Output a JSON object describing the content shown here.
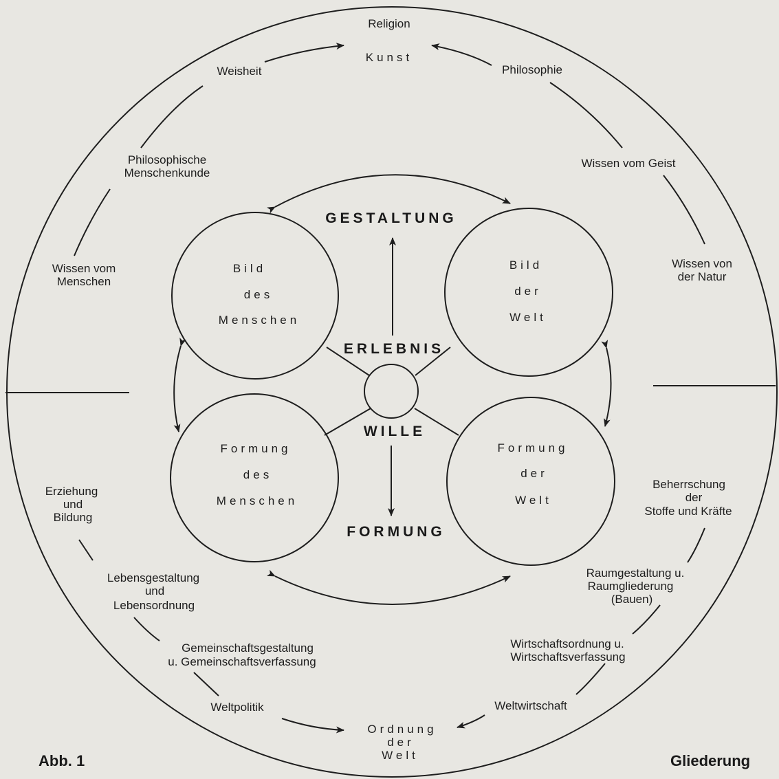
{
  "palette": {
    "ink": "#1e1e1e",
    "paper": "#e8e7e2"
  },
  "top": {
    "religion": "Religion",
    "kunst": "Kunst"
  },
  "upper_left": {
    "weisheit": "Weisheit",
    "phil_menschenkunde": [
      "Philosophische",
      "Menschenkunde"
    ],
    "wissen_menschen": [
      "Wissen vom",
      "Menschen"
    ]
  },
  "upper_right": {
    "philosophie": "Philosophie",
    "wissen_geist": "Wissen vom Geist",
    "wissen_natur": [
      "Wissen von",
      "der Natur"
    ]
  },
  "lower_left": {
    "erziehung": [
      "Erziehung",
      "und",
      "Bildung"
    ],
    "lebensgestaltung": [
      "Lebensgestaltung",
      "und",
      "Lebensordnung"
    ],
    "gemeinschaft": [
      "Gemeinschaftsgestaltung",
      "u. Gemeinschaftsverfassung"
    ],
    "weltpolitik": "Weltpolitik"
  },
  "lower_right": {
    "beherrschung": [
      "Beherrschung",
      "der",
      "Stoffe und Kräfte"
    ],
    "raumgestaltung": [
      "Raumgestaltung u.",
      "Raumgliederung",
      "(Bauen)"
    ],
    "wirtschaft": [
      "Wirtschaftsordnung u.",
      "Wirtschaftsverfassung"
    ],
    "weltwirtschaft": "Weltwirtschaft"
  },
  "bottom": {
    "ordnung": [
      "Ordnung",
      "der",
      "Welt"
    ]
  },
  "center": {
    "gestaltung": "GESTALTUNG",
    "erlebnis": "ERLEBNIS",
    "wille": "WILLE",
    "formung": "FORMUNG"
  },
  "circles": {
    "bild_menschen": [
      "Bild",
      "des",
      "Menschen"
    ],
    "bild_welt": [
      "Bild",
      "der",
      "Welt"
    ],
    "formung_menschen": [
      "Formung",
      "des",
      "Menschen"
    ],
    "formung_welt": [
      "Formung",
      "der",
      "Welt"
    ]
  },
  "captions": {
    "left": "Abb. 1",
    "right": "Gliederung"
  }
}
